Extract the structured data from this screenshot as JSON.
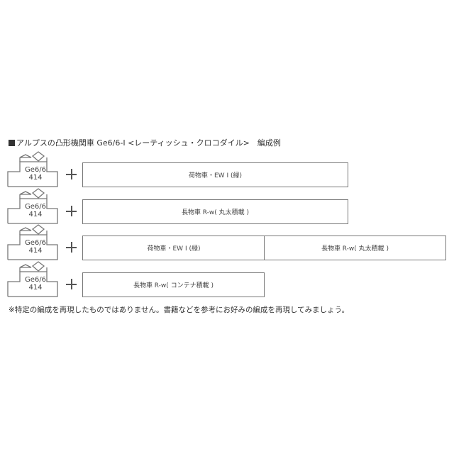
{
  "header": {
    "title": "アルプスの凸形機関車 Ge6/6-I <レーティッシュ・クロコダイル>　編成例"
  },
  "locomotive": {
    "model_line1": "Ge6/6",
    "model_line2": "414"
  },
  "formations": [
    {
      "cars": [
        {
          "label": "荷物車・EW I (緑)"
        }
      ]
    },
    {
      "cars": [
        {
          "label": "長物車 R-w( 丸太積載 )"
        }
      ]
    },
    {
      "cars": [
        {
          "label": "荷物車・EW I (緑)"
        },
        {
          "label": "長物車 R-w( 丸太積載 )"
        }
      ]
    },
    {
      "cars": [
        {
          "label": "長物車 R-w( コンテナ積載 )"
        }
      ]
    }
  ],
  "footer": {
    "note": "※特定の編成を再現したものではありません。書籍などを参考にお好みの編成を再現してみましょう。"
  },
  "colors": {
    "line": "#777777",
    "text": "#333333",
    "background": "#ffffff"
  }
}
